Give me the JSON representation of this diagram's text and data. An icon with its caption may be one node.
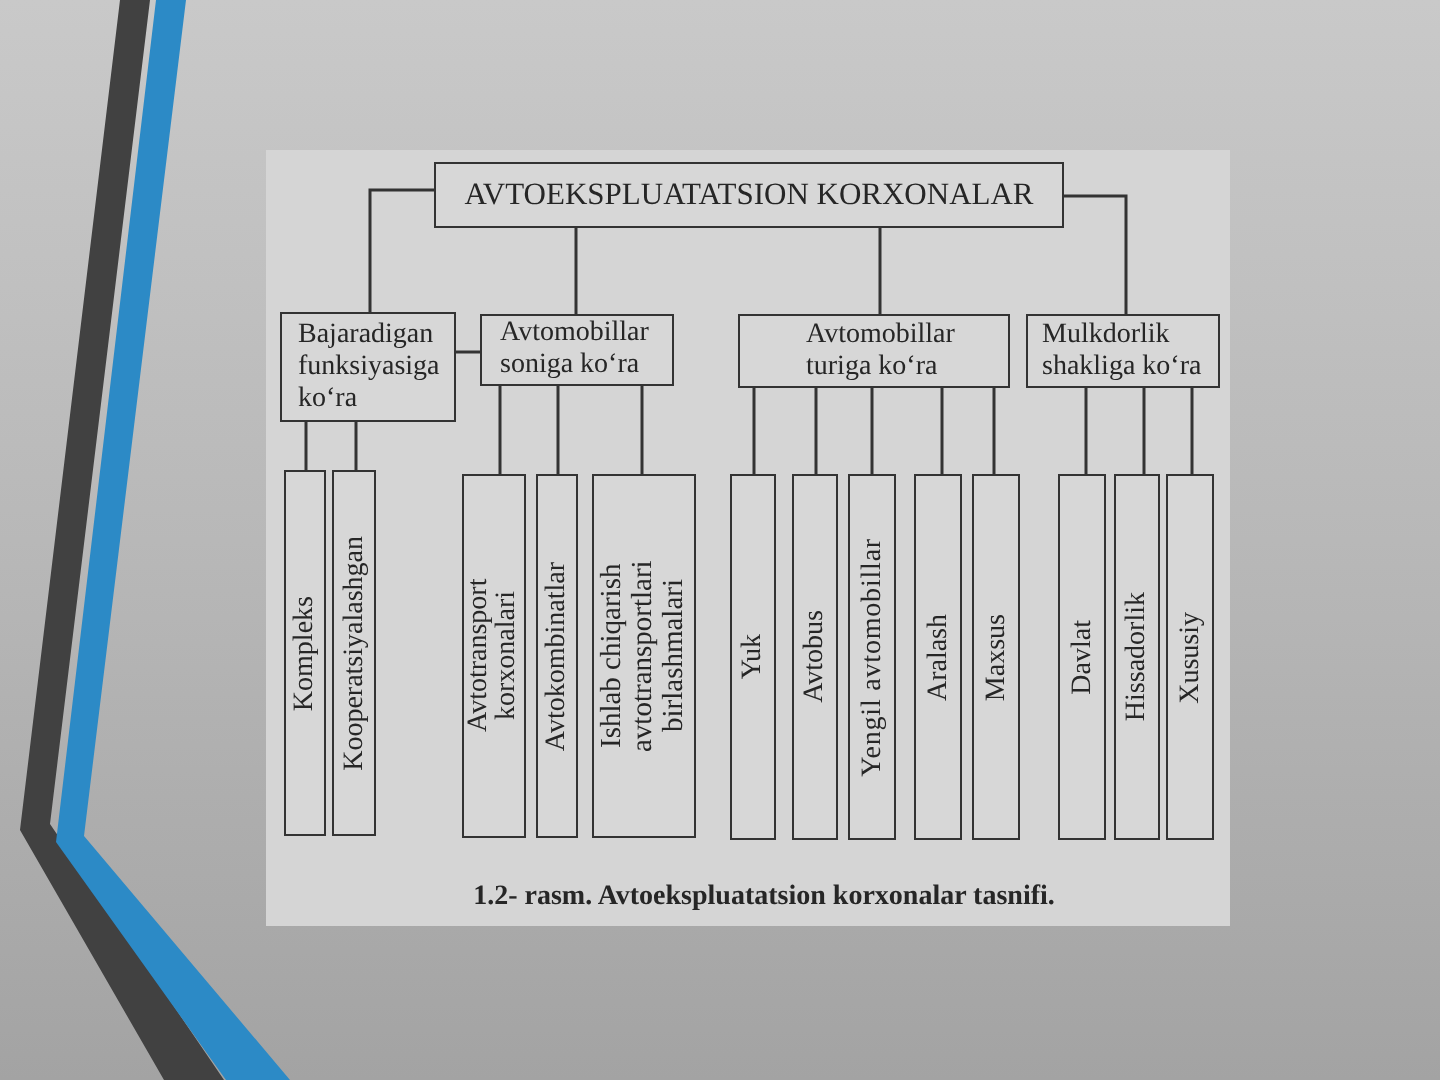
{
  "diagram": {
    "caption": "1.2- rasm. Avtoekspluatatsion korxonalar tasnifi.",
    "nodes": [
      {
        "text": [
          "AVTOEKSPLUATATSION KORXONALAR"
        ]
      },
      {
        "text": [
          "Bajaradigan funksiyasiga ko‘ra"
        ]
      },
      {
        "text": [
          "Avtomobillar soniga ko‘ra"
        ]
      },
      {
        "text": [
          "Avtomobillar turiga ko‘ra"
        ]
      },
      {
        "text": [
          "Mulkdorlik shakliga ko‘ra"
        ]
      },
      {
        "text": [
          "Kompleks"
        ]
      },
      {
        "text": [
          "Kooperatsiyalashgan"
        ]
      },
      {
        "text": [
          "Avtotransport korxonalari"
        ]
      },
      {
        "text": [
          "Avtokombinatlar"
        ]
      },
      {
        "text": [
          "Ishlab chiqarish avtotransportlari birlashmalari"
        ]
      },
      {
        "text": [
          "Yuk"
        ]
      },
      {
        "text": [
          "Avtobus"
        ]
      },
      {
        "text": [
          "Yengil avtomobillar"
        ]
      },
      {
        "text": [
          "Aralash"
        ]
      },
      {
        "text": [
          "Maxsus"
        ]
      },
      {
        "text": [
          "Davlat"
        ]
      },
      {
        "text": [
          "Hissadorlik"
        ]
      },
      {
        "text": [
          "Xususiy"
        ]
      }
    ],
    "edges": [
      {
        "from": 0,
        "to": 1,
        "arrow": "none"
      },
      {
        "from": 0,
        "to": 2,
        "arrow": "none"
      },
      {
        "from": 0,
        "to": 3,
        "arrow": "none"
      },
      {
        "from": 0,
        "to": 4,
        "arrow": "none"
      },
      {
        "from": 1,
        "to": 2,
        "arrow": "none"
      },
      {
        "from": 1,
        "to": 5,
        "arrow": "none"
      },
      {
        "from": 1,
        "to": 6,
        "arrow": "none"
      },
      {
        "from": 2,
        "to": 7,
        "arrow": "none"
      },
      {
        "from": 2,
        "to": 8,
        "arrow": "none"
      },
      {
        "from": 2,
        "to": 9,
        "arrow": "none"
      },
      {
        "from": 3,
        "to": 10,
        "arrow": "none"
      },
      {
        "from": 3,
        "to": 11,
        "arrow": "none"
      },
      {
        "from": 3,
        "to": 12,
        "arrow": "none"
      },
      {
        "from": 3,
        "to": 13,
        "arrow": "none"
      },
      {
        "from": 3,
        "to": 14,
        "arrow": "none"
      },
      {
        "from": 4,
        "to": 15,
        "arrow": "none"
      },
      {
        "from": 4,
        "to": 16,
        "arrow": "none"
      },
      {
        "from": 4,
        "to": 17,
        "arrow": "none"
      }
    ]
  }
}
